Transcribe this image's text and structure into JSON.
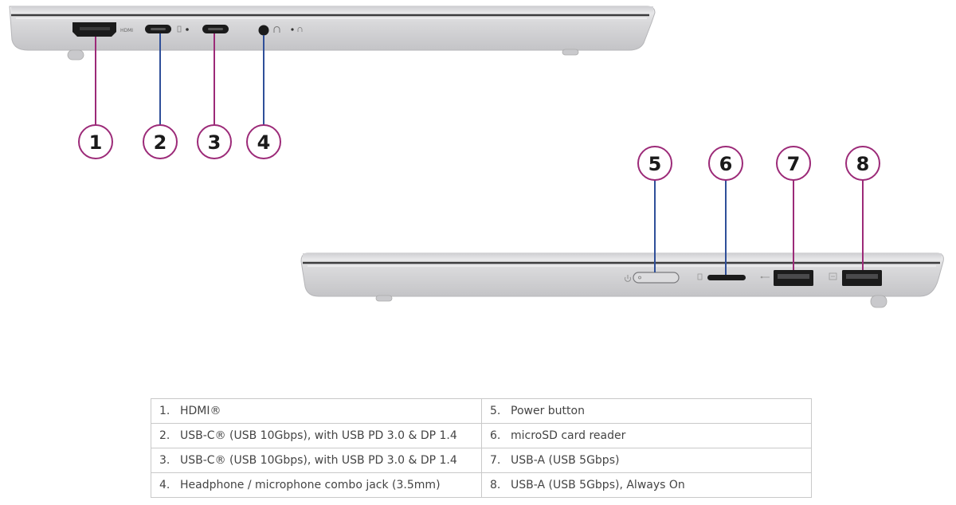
{
  "left_side": {
    "hdmi_label": "HDMI"
  },
  "callouts": [
    "1",
    "2",
    "3",
    "4",
    "5",
    "6",
    "7",
    "8"
  ],
  "table": {
    "rows": [
      {
        "left_num": "1.",
        "left_text": "HDMI®",
        "right_num": "5.",
        "right_text": "Power button"
      },
      {
        "left_num": "2.",
        "left_text": "USB-C® (USB 10Gbps), with USB PD 3.0 & DP 1.4",
        "right_num": "6.",
        "right_text": "microSD card reader"
      },
      {
        "left_num": "3.",
        "left_text": "USB-C® (USB 10Gbps), with USB PD 3.0 & DP 1.4",
        "right_num": "7.",
        "right_text": "USB-A (USB 5Gbps)"
      },
      {
        "left_num": "4.",
        "left_text": "Headphone / microphone combo jack (3.5mm)",
        "right_num": "8.",
        "right_text": "USB-A (USB 5Gbps), Always On"
      }
    ]
  },
  "colors": {
    "circle_stroke": "#9c2a78",
    "leader_line": "#2f4f99",
    "chassis": "#d7d7d9",
    "port_dark": "#1b1b1b"
  }
}
